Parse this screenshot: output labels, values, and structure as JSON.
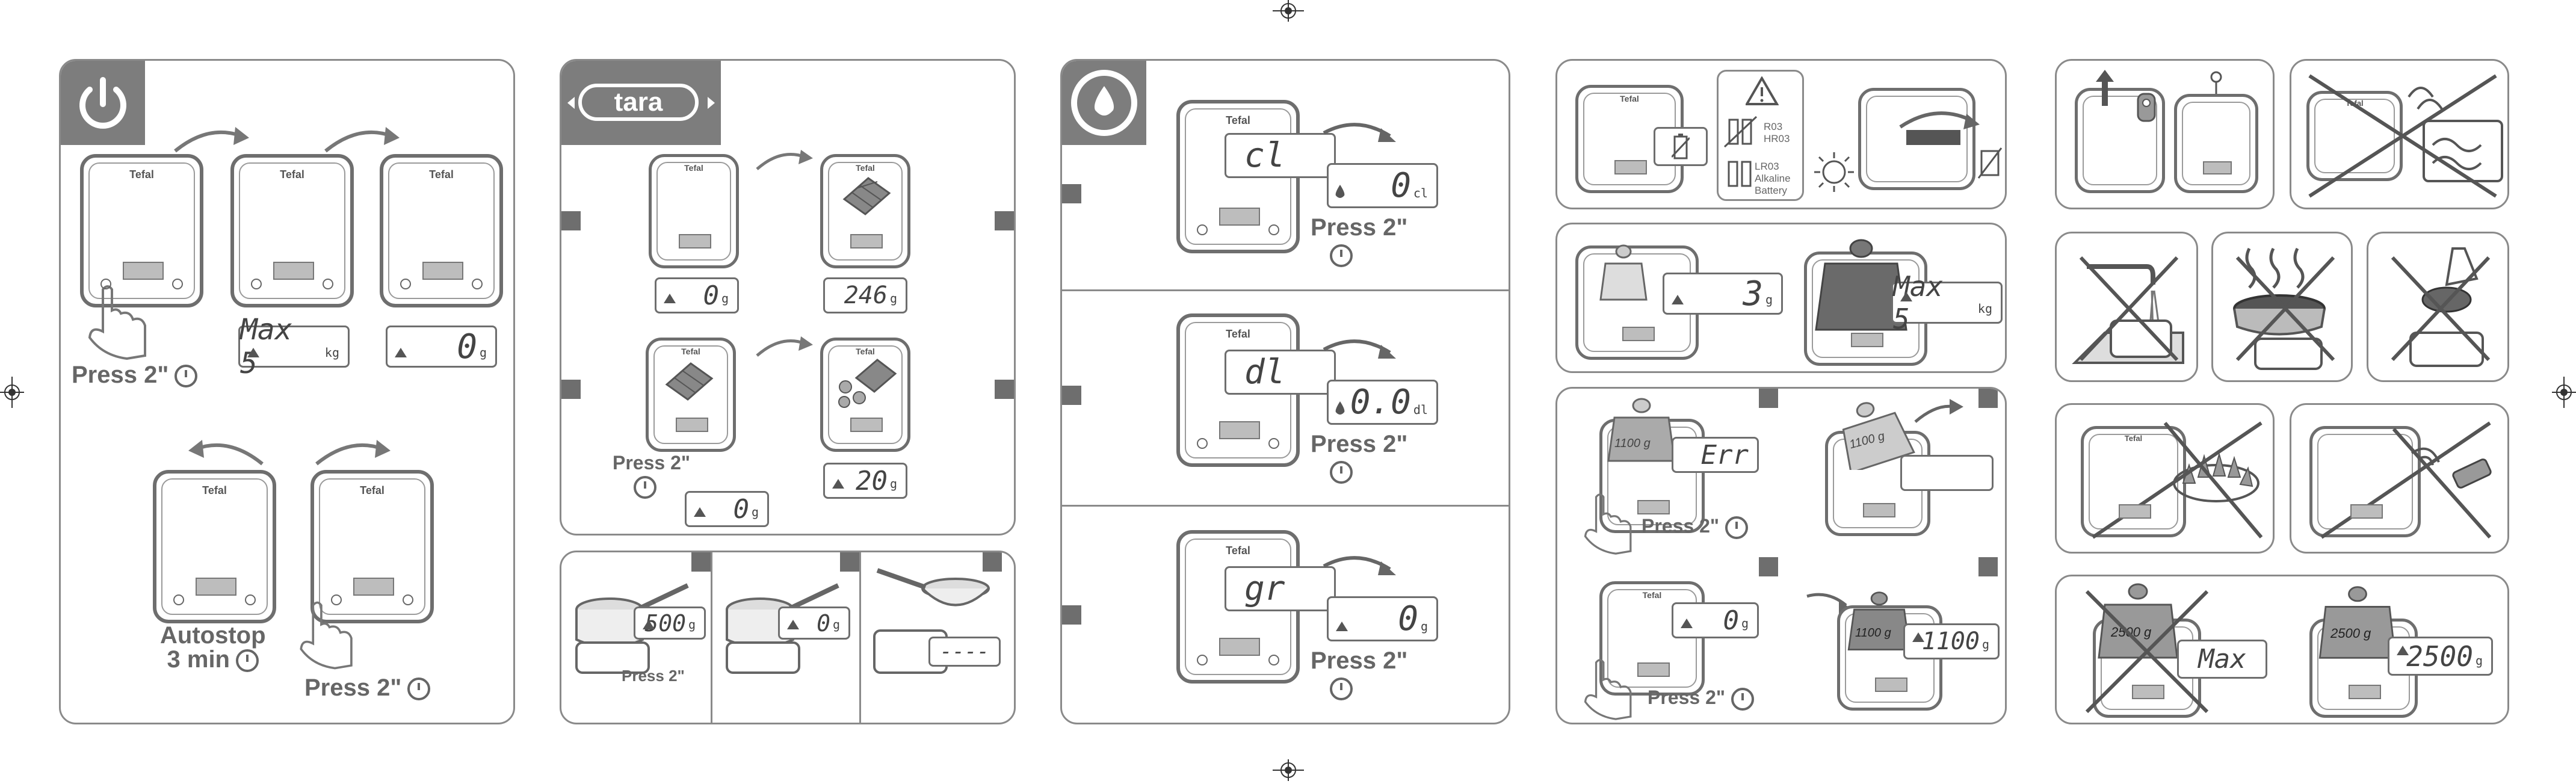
{
  "brand": "Tefal",
  "press_label": "Press 2\"",
  "autostop": {
    "line1": "Autostop",
    "line2": "3 min"
  },
  "tara_label": "tara",
  "panel1": {
    "lcd_max": {
      "text": "Max 5",
      "unit": "kg"
    },
    "lcd_zero": {
      "text": "0",
      "unit": "g"
    }
  },
  "panel2": {
    "lcd_a": {
      "text": "0",
      "unit": "g"
    },
    "lcd_b": {
      "text": "246",
      "unit": "g"
    },
    "lcd_c": {
      "text": "0",
      "unit": "g"
    },
    "lcd_d": {
      "text": "20",
      "unit": "g"
    }
  },
  "panel2b": {
    "lcd_a": {
      "text": "500",
      "unit": "g"
    },
    "lcd_b": {
      "text": "0",
      "unit": "g"
    },
    "lcd_c": {
      "text": "----",
      "unit": ""
    }
  },
  "panel3": {
    "row1": {
      "mode": "cl",
      "value": "0",
      "unit": "cl"
    },
    "row2": {
      "mode": "dl",
      "value": "0.0",
      "unit": "dl"
    },
    "row3": {
      "mode": "gr",
      "value": "0",
      "unit": "g"
    }
  },
  "panel4": {
    "battery": {
      "line1": "R03",
      "line2": "HR03",
      "line3": "LR03",
      "line4": "Alkaline",
      "line5": "Battery"
    },
    "weight_lcd": {
      "text": "3",
      "unit": "g"
    },
    "max_lcd": {
      "text": "Max 5",
      "unit": "kg"
    },
    "err_weight": "1100 g",
    "err_lcd": "Err",
    "zero_lcd": {
      "text": "0",
      "unit": "g"
    },
    "w1100_lcd": {
      "text": "1100",
      "unit": "g"
    },
    "w1100_weight": "1100 g"
  },
  "panel5": {
    "max_weight": "2500 g",
    "max_lcd": "Max",
    "ok_weight": "2500 g",
    "ok_lcd": {
      "text": "2500",
      "unit": "g"
    }
  },
  "colors": {
    "panel_border": "#8a8a8a",
    "header_fill": "#7d7d7d",
    "ink": "#555555"
  }
}
